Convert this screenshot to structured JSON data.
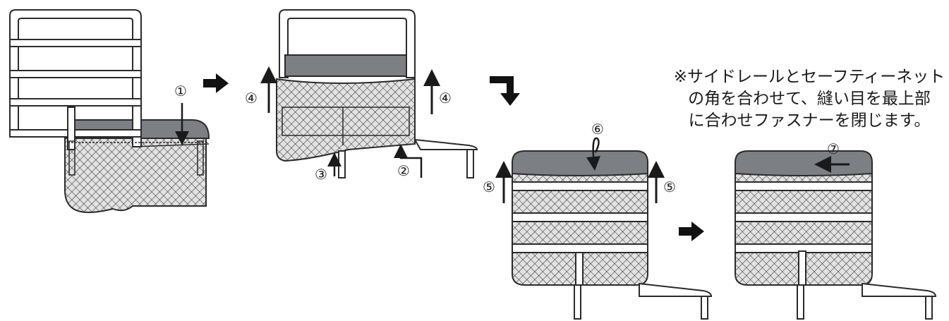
{
  "note": {
    "lines": [
      "※サイドレールとセーフティーネット",
      "の角を合わせて、縫い目を最上部",
      "に合わせファスナーを閉じます。"
    ]
  },
  "steps": {
    "s1": "①",
    "s2": "②",
    "s3": "③",
    "s4": "④",
    "s5": "⑤",
    "s6": "⑥",
    "s7": "⑦"
  },
  "colors": {
    "outline": "#2b2b2b",
    "cover_fill": "#7c7f83",
    "net_fill": "#d4d4d4",
    "background": "#ffffff"
  },
  "icons": {
    "next_step": "arrow-right-icon",
    "turn_down": "arrow-turn-down-icon"
  }
}
